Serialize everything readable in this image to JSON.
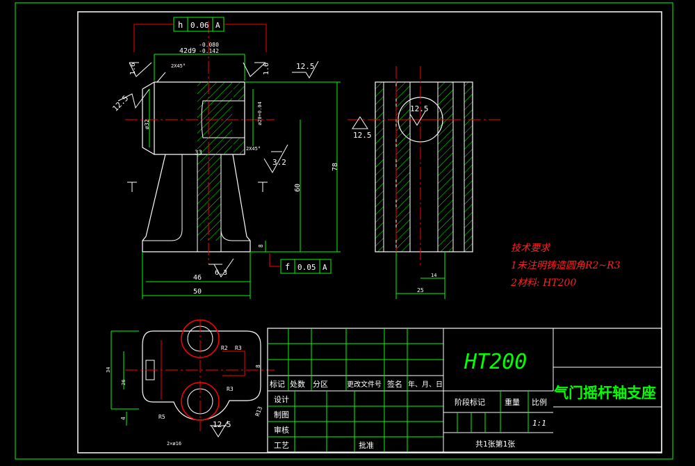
{
  "drawing": {
    "part_title": "气门摇杆轴支座",
    "material_big": "HT200",
    "scale": "1:1",
    "sheet_info": "共1张第1张"
  },
  "tolerance_frames": {
    "top": {
      "symbol": "h",
      "value": "0.06",
      "datum": "A"
    },
    "bottom": {
      "symbol": "f",
      "value": "0.05",
      "datum": "A"
    }
  },
  "dimensions": {
    "width_top": "42d9",
    "width_top_dev_upper": "-0.080",
    "width_top_dev_lower": "-0.142",
    "chamfer_top": "2X45°",
    "chamfer_mid": "2X45°",
    "hole_dia": "ø32",
    "hole_small": "ø20+0.04",
    "d33": "33",
    "d60": "60",
    "d78": "78",
    "d8": "8",
    "d46": "46",
    "d50": "50",
    "d14": "14",
    "d25": "25",
    "d34": "34",
    "d26": "26",
    "d4": "4",
    "d8b": "8",
    "r3": "R3",
    "r5": "R5",
    "r2": "R2",
    "r3b": "R3",
    "r13": "R13",
    "bottom_note": "2×ø16"
  },
  "roughness": {
    "r125_top": "12.5",
    "r125_left": "12.5",
    "r16_left": "1.6",
    "r16_right": "1.6",
    "r32": "3.2",
    "r63": "6.3",
    "r125_side": "12.5",
    "r125_hole": "12.5",
    "r125_plan": "12.5"
  },
  "tech_requirements": {
    "heading": "技术要求",
    "item1": "1未注明铸造圆角R2~R3",
    "item2": "2材料: HT200"
  },
  "title_block": {
    "rev_headers": [
      "标记",
      "处数",
      "分区",
      "更改文件号",
      "签名",
      "年、月、日"
    ],
    "design": "设计",
    "drafting": "制图",
    "review": "审核",
    "process": "工艺",
    "approve": "批准",
    "stage_mark": "阶段标记",
    "weight": "重量",
    "scale_label": "比例"
  }
}
